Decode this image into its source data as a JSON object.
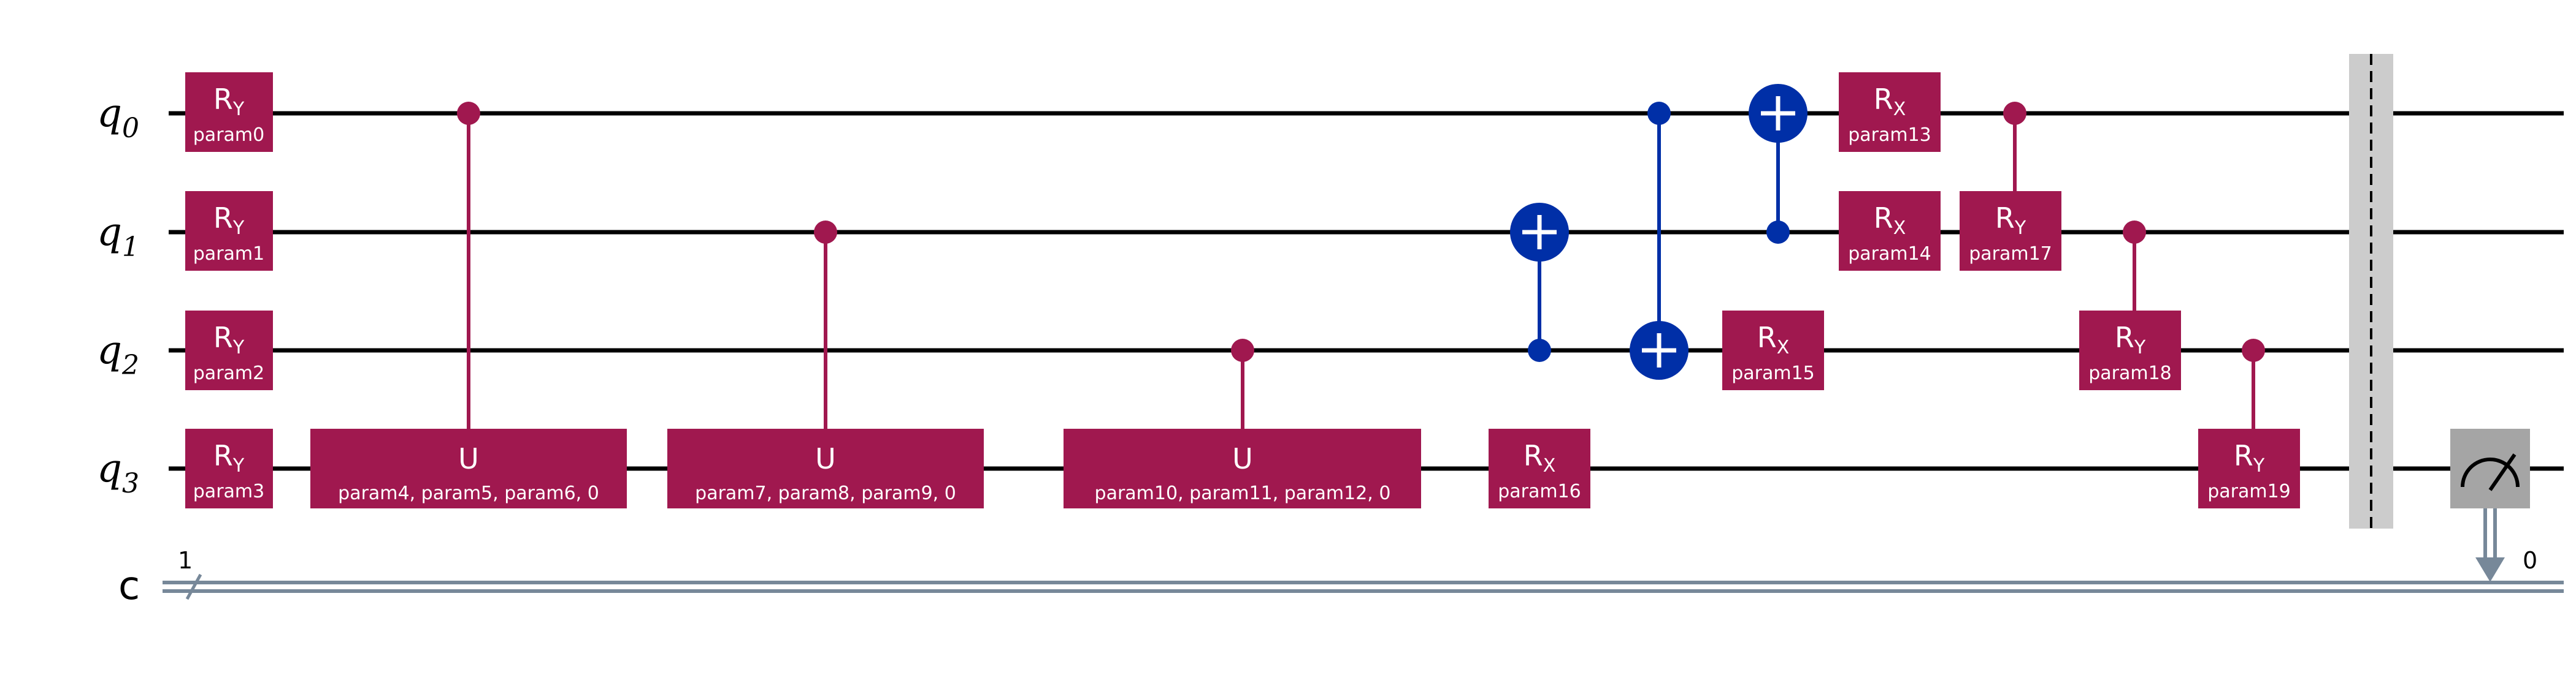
{
  "qubits": [
    {
      "name": "q",
      "index": "0"
    },
    {
      "name": "q",
      "index": "1"
    },
    {
      "name": "q",
      "index": "2"
    },
    {
      "name": "q",
      "index": "3"
    }
  ],
  "classical": {
    "name": "c",
    "width": "1",
    "measure_bit": "0"
  },
  "colors": {
    "rotation_gate": "#a0184f",
    "cnot": "#002fa7",
    "barrier": "#cccccc",
    "measure": "#a5a5a5",
    "classical_wire": "#778899"
  },
  "gates": [
    {
      "type": "ry",
      "name": "R",
      "sub": "Y",
      "param": "param0"
    },
    {
      "type": "ry",
      "name": "R",
      "sub": "Y",
      "param": "param1"
    },
    {
      "type": "ry",
      "name": "R",
      "sub": "Y",
      "param": "param2"
    },
    {
      "type": "ry",
      "name": "R",
      "sub": "Y",
      "param": "param3"
    },
    {
      "type": "cu",
      "name": "U",
      "param": "param4, param5, param6, 0",
      "control": "q0",
      "target": "q3"
    },
    {
      "type": "cu",
      "name": "U",
      "param": "param7, param8, param9, 0",
      "control": "q1",
      "target": "q3"
    },
    {
      "type": "cu",
      "name": "U",
      "param": "param10, param11, param12, 0",
      "control": "q2",
      "target": "q3"
    },
    {
      "type": "rx",
      "name": "R",
      "sub": "X",
      "param": "param16"
    },
    {
      "type": "cx",
      "control": "q2",
      "target": "q1"
    },
    {
      "type": "cx",
      "control": "q0",
      "target": "q2"
    },
    {
      "type": "cx",
      "control": "q1",
      "target": "q0"
    },
    {
      "type": "rx",
      "name": "R",
      "sub": "X",
      "param": "param15"
    },
    {
      "type": "rx",
      "name": "R",
      "sub": "X",
      "param": "param13"
    },
    {
      "type": "rx",
      "name": "R",
      "sub": "X",
      "param": "param14"
    },
    {
      "type": "cry",
      "name": "R",
      "sub": "Y",
      "param": "param17",
      "control": "q0",
      "target": "q1"
    },
    {
      "type": "cry",
      "name": "R",
      "sub": "Y",
      "param": "param18",
      "control": "q1",
      "target": "q2"
    },
    {
      "type": "cry",
      "name": "R",
      "sub": "Y",
      "param": "param19",
      "control": "q2",
      "target": "q3"
    },
    {
      "type": "barrier"
    },
    {
      "type": "measure",
      "qubit": "q3",
      "clbit": "0"
    }
  ]
}
